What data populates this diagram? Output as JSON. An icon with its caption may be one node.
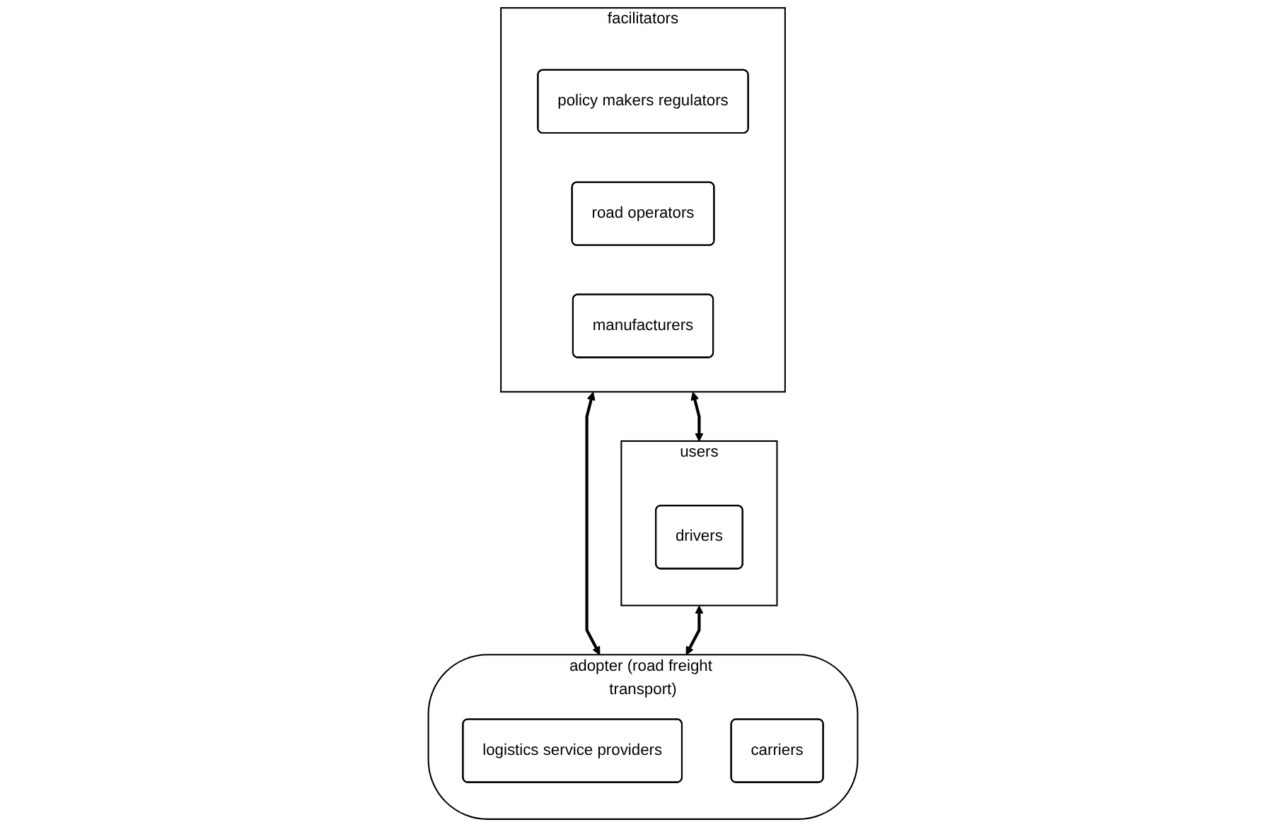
{
  "diagram": {
    "nodes": [
      {
        "text": [
          "facilitators"
        ]
      },
      {
        "text": [
          "policy makers regulators"
        ],
        "in": 0
      },
      {
        "text": [
          "road operators"
        ],
        "in": 0
      },
      {
        "text": [
          "manufacturers"
        ],
        "in": 0
      },
      {
        "text": [
          "adopter (road freight transport)"
        ]
      },
      {
        "text": [
          "logistics service providers"
        ],
        "in": 4
      },
      {
        "text": [
          "carriers"
        ],
        "in": 4
      },
      {
        "text": [
          "users"
        ]
      },
      {
        "text": [
          "drivers"
        ],
        "in": 7
      }
    ],
    "edges": [
      {
        "from": 0,
        "to": 4,
        "arrow": "both"
      },
      {
        "from": 0,
        "to": 7,
        "arrow": "both"
      },
      {
        "from": 7,
        "to": 4,
        "arrow": "both"
      }
    ]
  }
}
